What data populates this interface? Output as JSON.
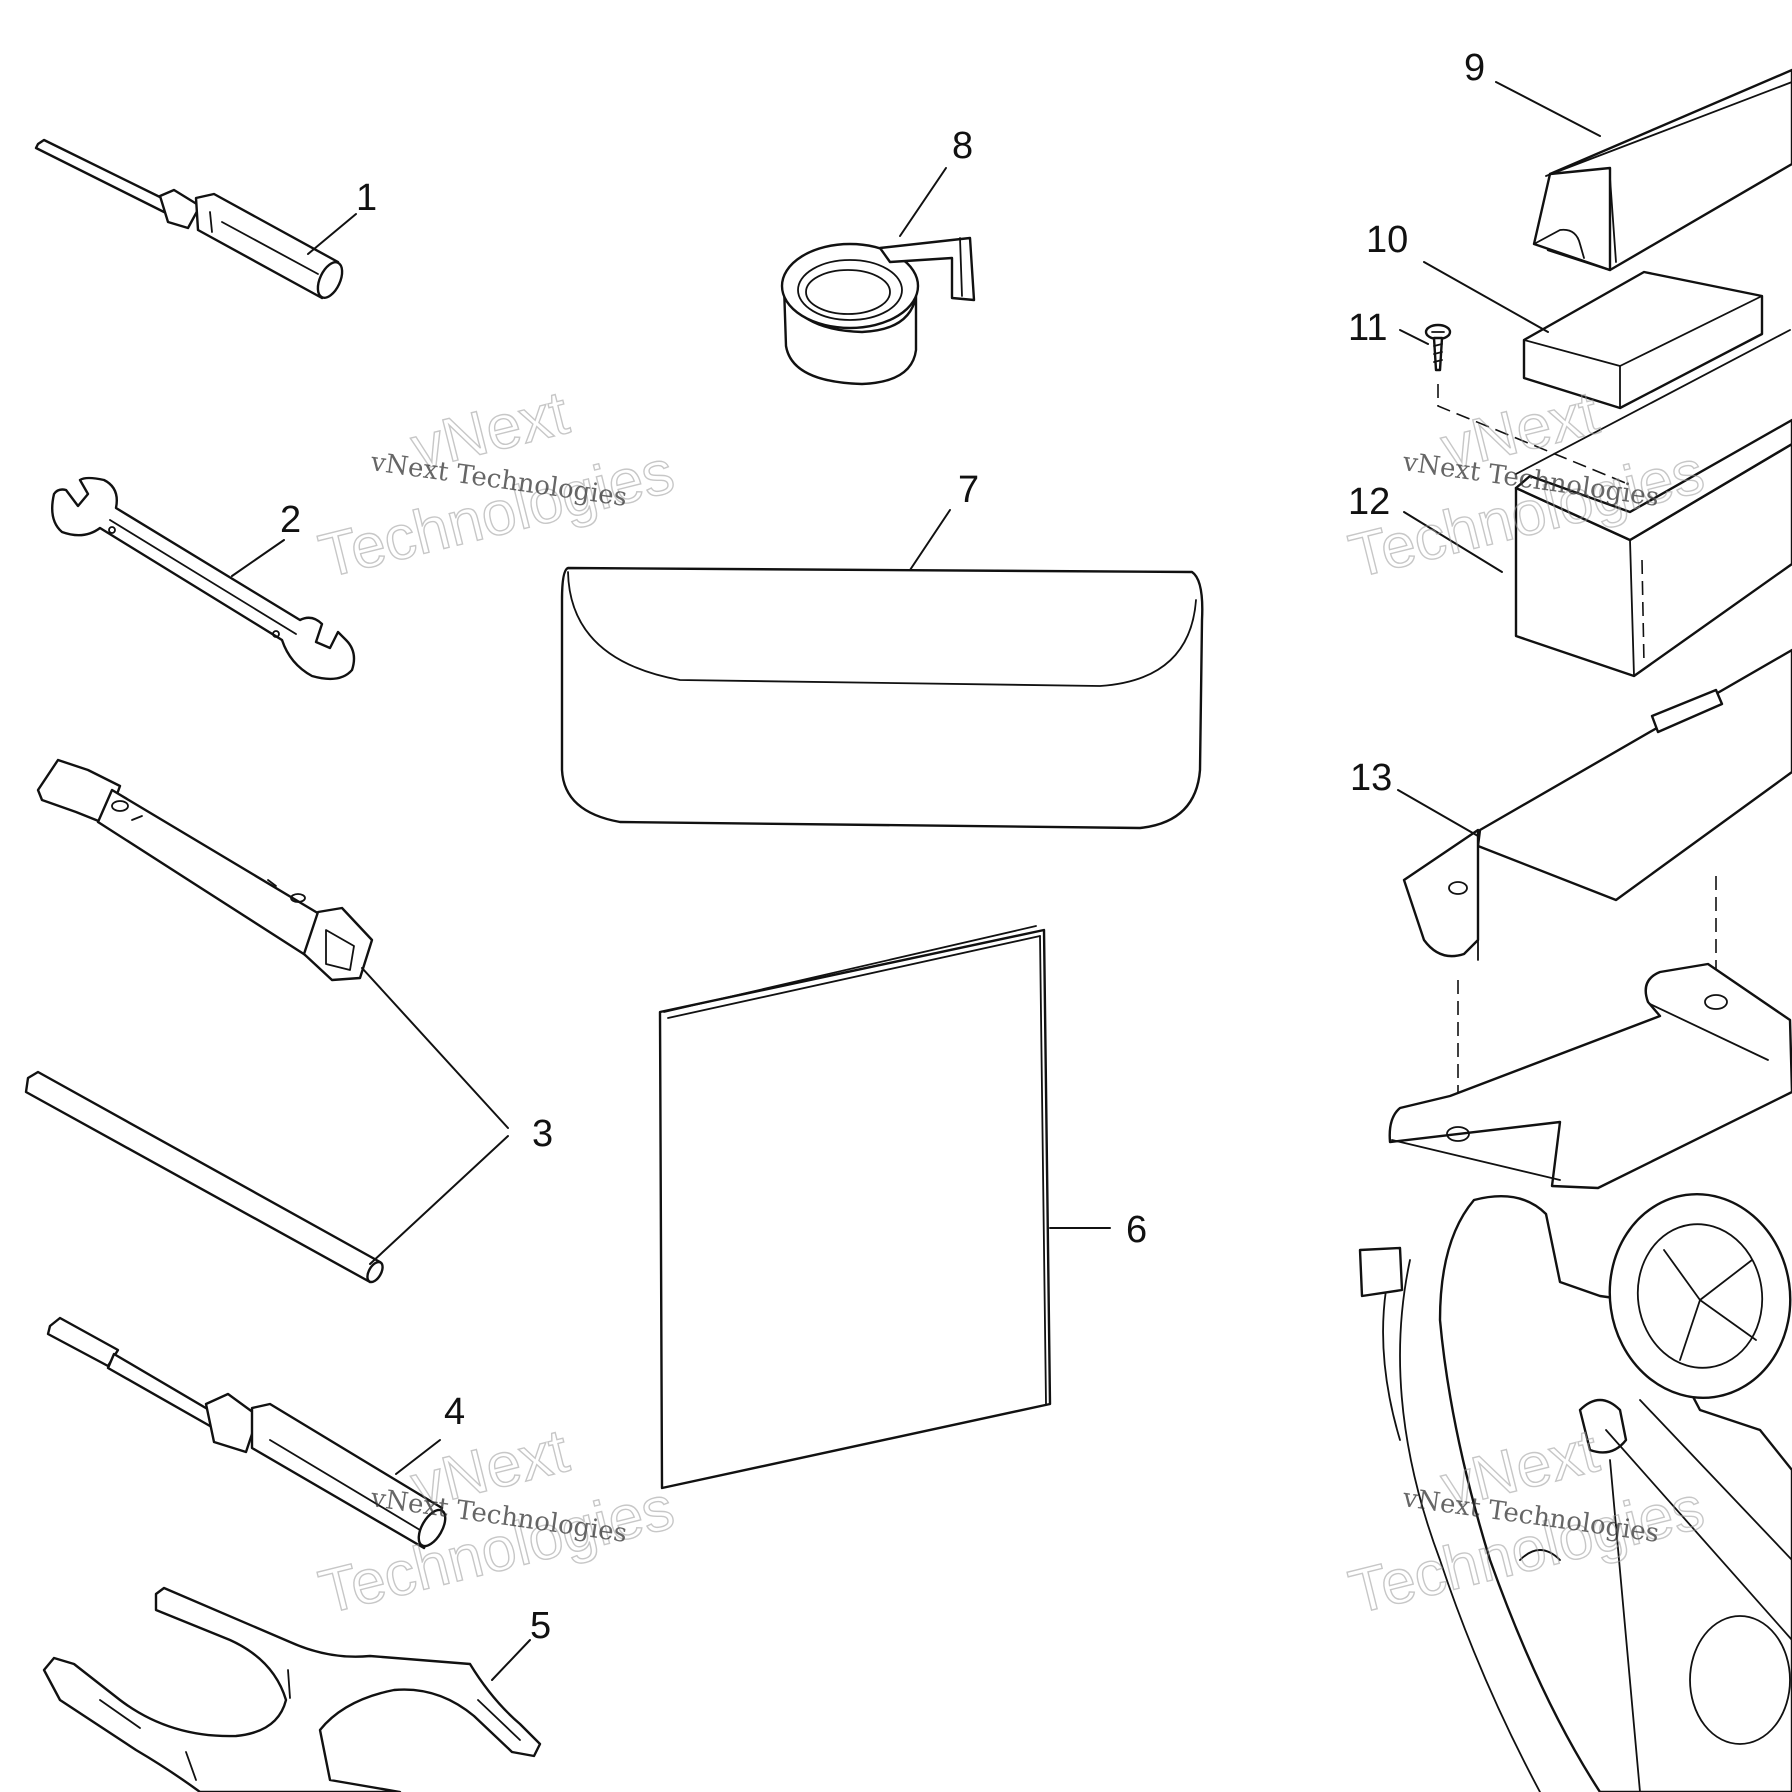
{
  "callouts": {
    "c1": "1",
    "c2": "2",
    "c3": "3",
    "c4": "4",
    "c5": "5",
    "c6": "6",
    "c7": "7",
    "c8": "8",
    "c9": "9",
    "c10": "10",
    "c11": "11",
    "c12": "12",
    "c13": "13"
  },
  "watermark": {
    "line1": "vNext",
    "line2": "Technologies",
    "caption": "vNext Technologies"
  }
}
